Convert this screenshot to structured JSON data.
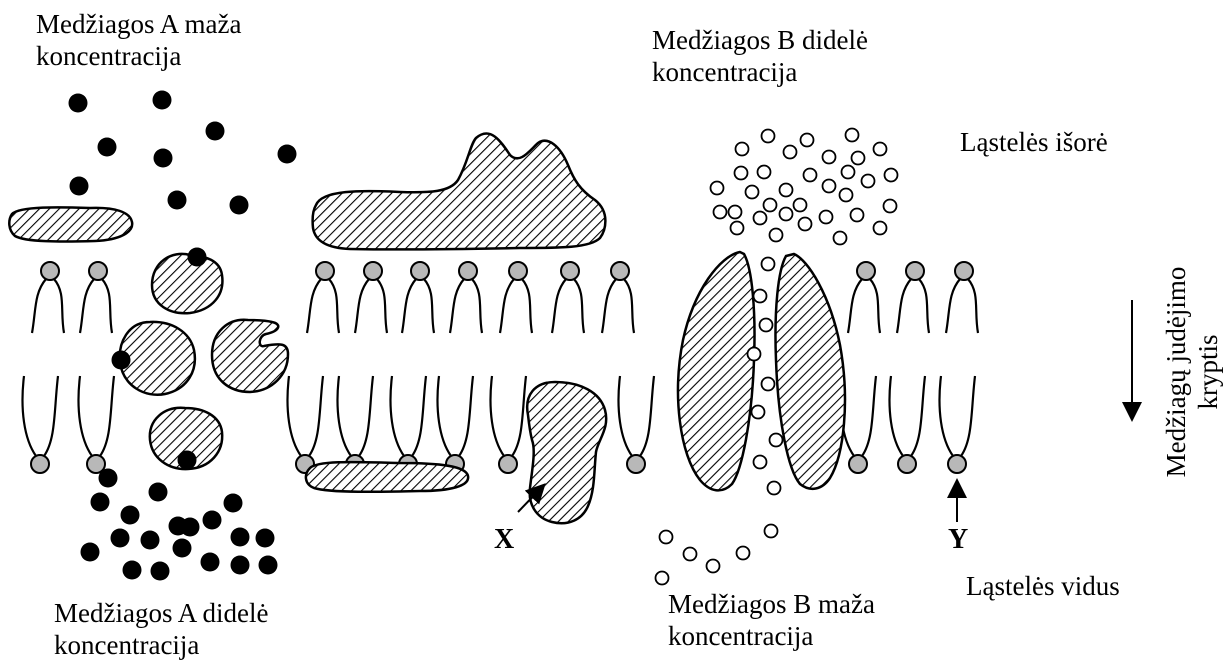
{
  "labels": {
    "a_low_line1": "Medžiagos A maža",
    "a_low_line2": "koncentracija",
    "b_high_line1": "Medžiagos B didelė",
    "b_high_line2": "koncentracija",
    "outside": "Ląstelės išorė",
    "inside": "Ląstelės vidus",
    "a_high_line1": "Medžiagos A didelė",
    "a_high_line2": "koncentracija",
    "b_low_line1": "Medžiagos B maža",
    "b_low_line2": "koncentracija",
    "x_marker": "X",
    "y_marker": "Y",
    "direction_line1": "Medžiagų judėjimo",
    "direction_line2": "kryptis"
  },
  "colors": {
    "ink": "#000000",
    "head_fill": "#b8b8b8",
    "hatch": "#000000",
    "background": "#ffffff"
  }
}
